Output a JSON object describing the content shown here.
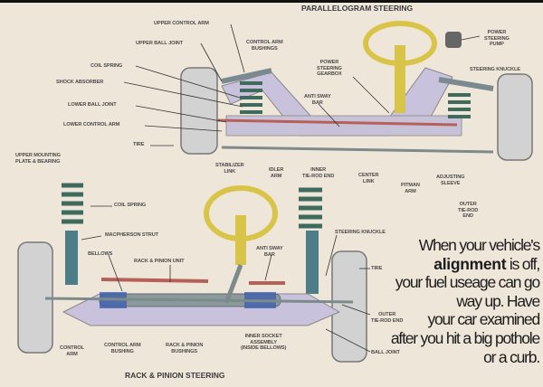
{
  "diagram": {
    "top_title": "PARALLELOGRAM STEERING",
    "bottom_title": "RACK & PINION STEERING",
    "parallelogram_labels": {
      "upper_control_arm": "UPPER CONTROL ARM",
      "upper_ball_joint": "UPPER BALL JOINT",
      "control_arm_bushings_1": "CONTROL ARM",
      "control_arm_bushings_2": "BUSHINGS",
      "coil_spring": "COIL SPRING",
      "shock_absorber": "SHOCK ABSORBER",
      "lower_ball_joint": "LOWER BALL JOINT",
      "lower_control_arm": "LOWER CONTROL ARM",
      "tire": "TIRE",
      "upper_mounting_1": "UPPER MOUNTING",
      "upper_mounting_2": "PLATE & BEARING",
      "stabilizer_link_1": "STABILIZER",
      "stabilizer_link_2": "LINK",
      "idler_arm_1": "IDLER",
      "idler_arm_2": "ARM",
      "inner_tie_rod_1": "INNER",
      "inner_tie_rod_2": "TIE-ROD END",
      "center_link_1": "CENTER",
      "center_link_2": "LINK",
      "pitman_arm_1": "PITMAN",
      "pitman_arm_2": "ARM",
      "adjusting_sleeve_1": "ADJUSTING",
      "adjusting_sleeve_2": "SLEEVE",
      "outer_tie_rod_1": "OUTER",
      "outer_tie_rod_2": "TIE-ROD",
      "outer_tie_rod_3": "END",
      "ps_gearbox_1": "POWER",
      "ps_gearbox_2": "STEERING",
      "ps_gearbox_3": "GEARBOX",
      "anti_sway_1": "ANTI SWAY",
      "anti_sway_2": "BAR",
      "ps_pump_1": "POWER",
      "ps_pump_2": "STEERING",
      "ps_pump_3": "PUMP",
      "steering_knuckle": "STEERING KNUCKLE"
    },
    "rack_labels": {
      "coil_spring": "COIL SPRING",
      "macpherson_strut": "MACPHERSON STRUT",
      "bellows": "BELLOWS",
      "rack_pinion_unit": "RACK & PINION UNIT",
      "anti_sway_1": "ANTI SWAY",
      "anti_sway_2": "BAR",
      "steering_knuckle": "STEERING KNUCKLE",
      "tire": "TIRE",
      "outer_tie_rod_1": "OUTER",
      "outer_tie_rod_2": "TIE-ROD END",
      "ball_joint": "BALL JOINT",
      "control_arm_1": "CONTROL",
      "control_arm_2": "ARM",
      "control_arm_bushing_1": "CONTROL ARM",
      "control_arm_bushing_2": "BUSHING",
      "rp_bushings_1": "RACK & PINION",
      "rp_bushings_2": "BUSHINGS",
      "inner_socket_1": "INNER SOCKET",
      "inner_socket_2": "ASSEMBLY",
      "inner_socket_3": "(INSIDE BELLOWS)"
    }
  },
  "caption": {
    "line1": "When your vehicle's",
    "bold": "alignment",
    "line2_rest": " is off,",
    "line3": "your fuel useage can go",
    "line4": "way up. Have",
    "line5": "your car examined",
    "line6": "after you hit a big pothole",
    "line7": "or a curb."
  },
  "colors": {
    "background": "#efe6da",
    "frame": "#c9c2dc",
    "spring": "#3f6b5c",
    "sway_bar": "#b5615a",
    "wheel": "#cfcfcf",
    "steering_wheel": "#d9c44a"
  }
}
